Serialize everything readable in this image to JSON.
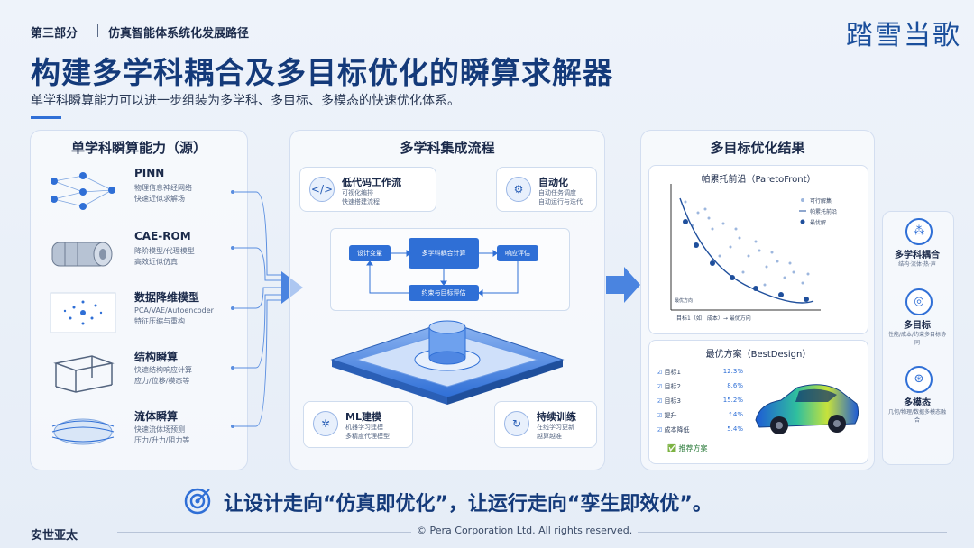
{
  "header": {
    "section": "第三部分",
    "section_sub": "仿真智能体系统化发展路径",
    "brand": "踏雪当歌",
    "title": "构建多学科耦合及多目标优化的瞬算求解器",
    "subtitle": "单学科瞬算能力可以进一步组装为多学科、多目标、多模态的快速优化体系。"
  },
  "left_panel": {
    "title": "单学科瞬算能力（源）",
    "items": [
      {
        "title": "PINN",
        "desc1": "物理信息神经网络",
        "desc2": "快速近似求解场"
      },
      {
        "title": "CAE-ROM",
        "desc1": "降阶模型/代理模型",
        "desc2": "高效近似仿真"
      },
      {
        "title": "数据降维模型",
        "desc1": "PCA/VAE/Autoencoder",
        "desc2": "特征压缩与重构"
      },
      {
        "title": "结构瞬算",
        "desc1": "快速结构响应计算",
        "desc2": "应力/位移/模态等"
      },
      {
        "title": "流体瞬算",
        "desc1": "快速流体场预测",
        "desc2": "压力/升力/阻力等"
      }
    ]
  },
  "mid_panel": {
    "title": "多学科集成流程",
    "nodes": [
      {
        "title": "低代码工作流",
        "desc1": "可视化编排",
        "desc2": "快速搭建流程"
      },
      {
        "title": "自动化",
        "desc1": "自动任务调度",
        "desc2": "自动运行与迭代"
      },
      {
        "title": "ML建模",
        "desc1": "机器学习建模",
        "desc2": "多精度代理模型"
      },
      {
        "title": "持续训练",
        "desc1": "在线学习更新",
        "desc2": "越算越准"
      }
    ],
    "flow": [
      "设计变量",
      "多学科耦合计算",
      "响应评估",
      "约束与目标评估"
    ]
  },
  "right_panel": {
    "title": "多目标优化结果",
    "pareto": {
      "title": "帕累托前沿（ParetoFront）",
      "legend": [
        "可行解集",
        "帕累托前沿",
        "最优解"
      ],
      "xlabel": "目标1（如：成本）→ 最优方向",
      "ylabel": "最优方向"
    },
    "best": {
      "title": "最优方案（BestDesign）",
      "rows": [
        {
          "label": "目标1",
          "value": "12.3%"
        },
        {
          "label": "目标2",
          "value": "8.6%"
        },
        {
          "label": "目标3",
          "value": "15.2%"
        },
        {
          "label": "提升",
          "value": "↑4%"
        },
        {
          "label": "成本降低",
          "value": "5.4%"
        }
      ],
      "tag": "推荐方案"
    }
  },
  "capabilities": [
    {
      "title": "多学科耦合",
      "desc": "结构·流体·热·声"
    },
    {
      "title": "多目标",
      "desc": "性能/成本/约束多目标协同"
    },
    {
      "title": "多模态",
      "desc": "几何/物理/数据多模态融合"
    }
  ],
  "slogan": "让设计走向“仿真即优化”，让运行走向“孪生即效优”。",
  "footer": {
    "logo": "安世亚太",
    "copyright": "© Pera Corporation Ltd. All rights reserved."
  },
  "colors": {
    "accent": "#2f6fd6",
    "title": "#143a7a"
  }
}
